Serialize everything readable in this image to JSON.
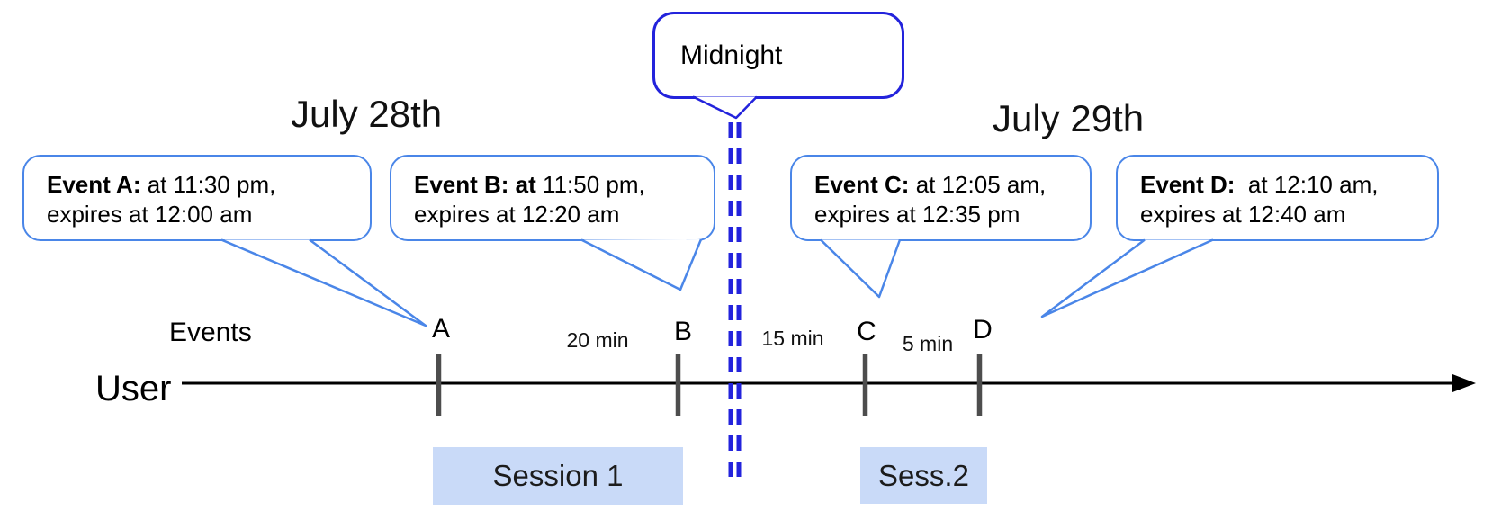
{
  "colors": {
    "bubble_border": "#4a86e8",
    "midnight_blue": "#2323dc",
    "session_fill": "#c9daf8",
    "tick_gray": "#4d4d4d"
  },
  "dates": {
    "left": "July 28th",
    "right": "July 29th"
  },
  "midnight": {
    "label": "Midnight"
  },
  "callouts": [
    {
      "bold": "Event A:",
      "rest": " at 11:30 pm,",
      "line2": "expires at 12:00 am"
    },
    {
      "bold": "Event B: at",
      "rest": " 11:50 pm,",
      "line2": "expires at 12:20 am"
    },
    {
      "bold": "Event C:",
      "rest": " at 12:05 am,",
      "line2": "expires at 12:35 pm"
    },
    {
      "bold": "Event D:",
      "rest": "  at 12:10 am,",
      "line2": "expires at 12:40 am"
    }
  ],
  "timeline": {
    "row_label": "Events",
    "axis_label": "User",
    "ticks": [
      "A",
      "B",
      "C",
      "D"
    ],
    "intervals": [
      "20 min",
      "15 min",
      "5 min"
    ]
  },
  "sessions": [
    "Session 1",
    "Sess.2"
  ]
}
